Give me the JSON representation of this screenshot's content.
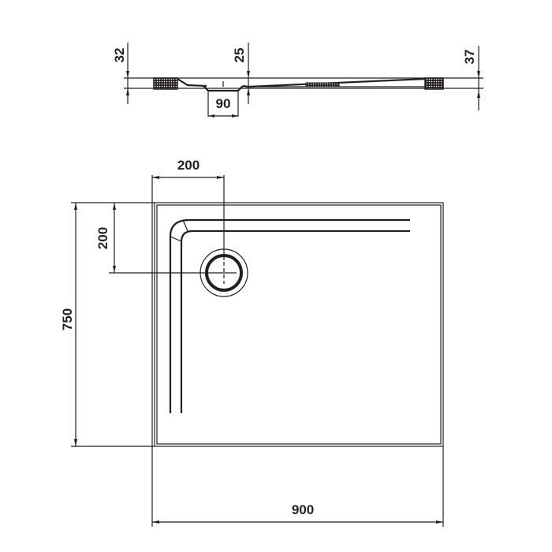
{
  "drawing": {
    "title": "Shower tray technical drawing",
    "line_color": "#231f20",
    "background": "#ffffff"
  },
  "side_view": {
    "dim_left_height": "32",
    "dim_center_height": "25",
    "dim_right_height": "37",
    "dim_drain_width": "90"
  },
  "top_view": {
    "dim_drain_offset_x": "200",
    "dim_drain_offset_y": "200",
    "dim_depth": "750",
    "dim_width": "900"
  }
}
